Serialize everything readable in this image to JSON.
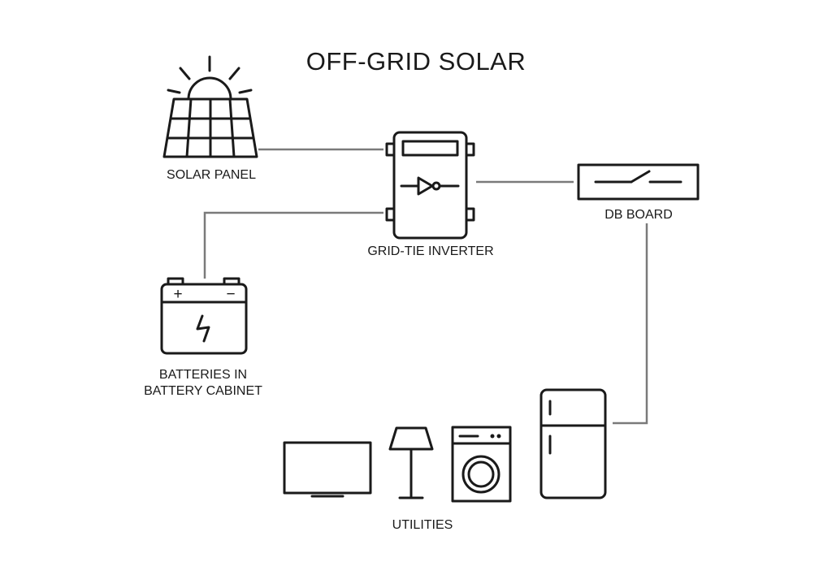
{
  "title": "OFF-GRID SOLAR",
  "labels": {
    "solar_panel": "SOLAR PANEL",
    "inverter": "GRID-TIE INVERTER",
    "db_board": "DB BOARD",
    "batteries_line1": "BATTERIES IN",
    "batteries_line2": "BATTERY CABINET",
    "utilities": "UTILITIES"
  },
  "battery_terminals": {
    "positive": "+",
    "negative": "−"
  },
  "colors": {
    "ink": "#1a1a1a",
    "wire": "#7a7a7a",
    "background": "#ffffff"
  }
}
